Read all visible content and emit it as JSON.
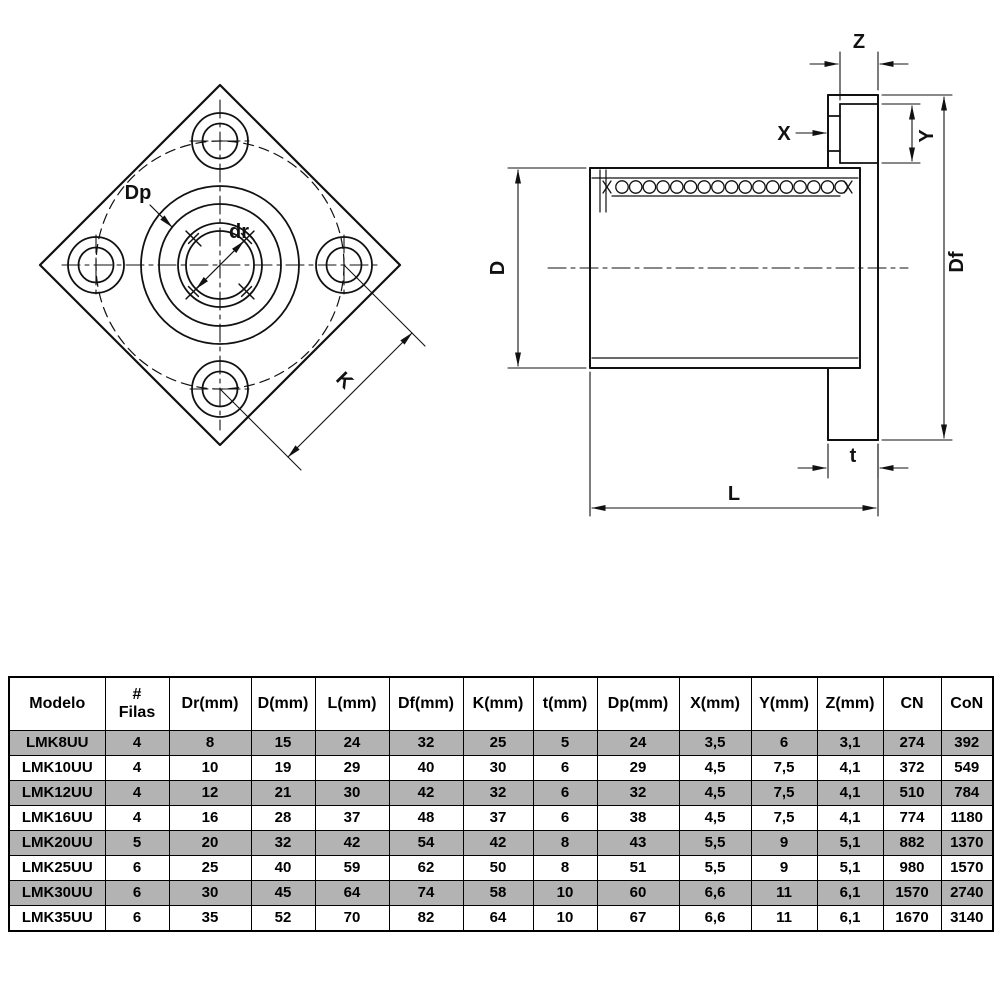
{
  "diagram": {
    "front_view": {
      "labels": {
        "dp": "Dp",
        "dr": "dr",
        "k": "K"
      }
    },
    "side_view": {
      "labels": {
        "z": "Z",
        "x": "X",
        "y": "Y",
        "d": "D",
        "df": "Df",
        "t": "t",
        "l": "L"
      }
    }
  },
  "table": {
    "headers": [
      "Modelo",
      "#\nFilas",
      "Dr(mm)",
      "D(mm)",
      "L(mm)",
      "Df(mm)",
      "K(mm)",
      "t(mm)",
      "Dp(mm)",
      "X(mm)",
      "Y(mm)",
      "Z(mm)",
      "CN",
      "CoN"
    ],
    "rows": [
      [
        "LMK8UU",
        "4",
        "8",
        "15",
        "24",
        "32",
        "25",
        "5",
        "24",
        "3,5",
        "6",
        "3,1",
        "274",
        "392"
      ],
      [
        "LMK10UU",
        "4",
        "10",
        "19",
        "29",
        "40",
        "30",
        "6",
        "29",
        "4,5",
        "7,5",
        "4,1",
        "372",
        "549"
      ],
      [
        "LMK12UU",
        "4",
        "12",
        "21",
        "30",
        "42",
        "32",
        "6",
        "32",
        "4,5",
        "7,5",
        "4,1",
        "510",
        "784"
      ],
      [
        "LMK16UU",
        "4",
        "16",
        "28",
        "37",
        "48",
        "37",
        "6",
        "38",
        "4,5",
        "7,5",
        "4,1",
        "774",
        "1180"
      ],
      [
        "LMK20UU",
        "5",
        "20",
        "32",
        "42",
        "54",
        "42",
        "8",
        "43",
        "5,5",
        "9",
        "5,1",
        "882",
        "1370"
      ],
      [
        "LMK25UU",
        "6",
        "25",
        "40",
        "59",
        "62",
        "50",
        "8",
        "51",
        "5,5",
        "9",
        "5,1",
        "980",
        "1570"
      ],
      [
        "LMK30UU",
        "6",
        "30",
        "45",
        "64",
        "74",
        "58",
        "10",
        "60",
        "6,6",
        "11",
        "6,1",
        "1570",
        "2740"
      ],
      [
        "LMK35UU",
        "6",
        "35",
        "52",
        "70",
        "82",
        "64",
        "10",
        "67",
        "6,6",
        "11",
        "6,1",
        "1670",
        "3140"
      ]
    ],
    "row_shaded": [
      true,
      false,
      true,
      false,
      true,
      false,
      true,
      false
    ],
    "colors": {
      "shaded_row": "#b3b3b3",
      "line": "#111111",
      "border": "#000000",
      "background": "#ffffff"
    }
  }
}
